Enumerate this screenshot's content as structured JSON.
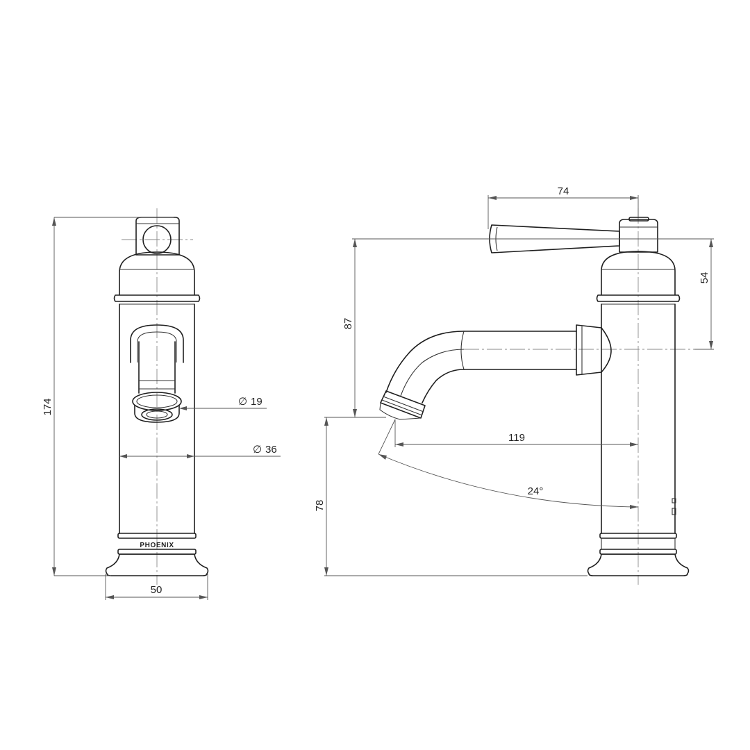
{
  "dimensions": {
    "total_height": "174",
    "base_width": "50",
    "aerator_diameter": "19",
    "body_diameter": "36",
    "handle_span": "74",
    "handle_height": "54",
    "spout_height": "87",
    "spout_reach": "119",
    "spout_angle": "24°",
    "outlet_height": "78"
  },
  "diameter_symbol": "∅",
  "brand_label": "PHOENIX"
}
